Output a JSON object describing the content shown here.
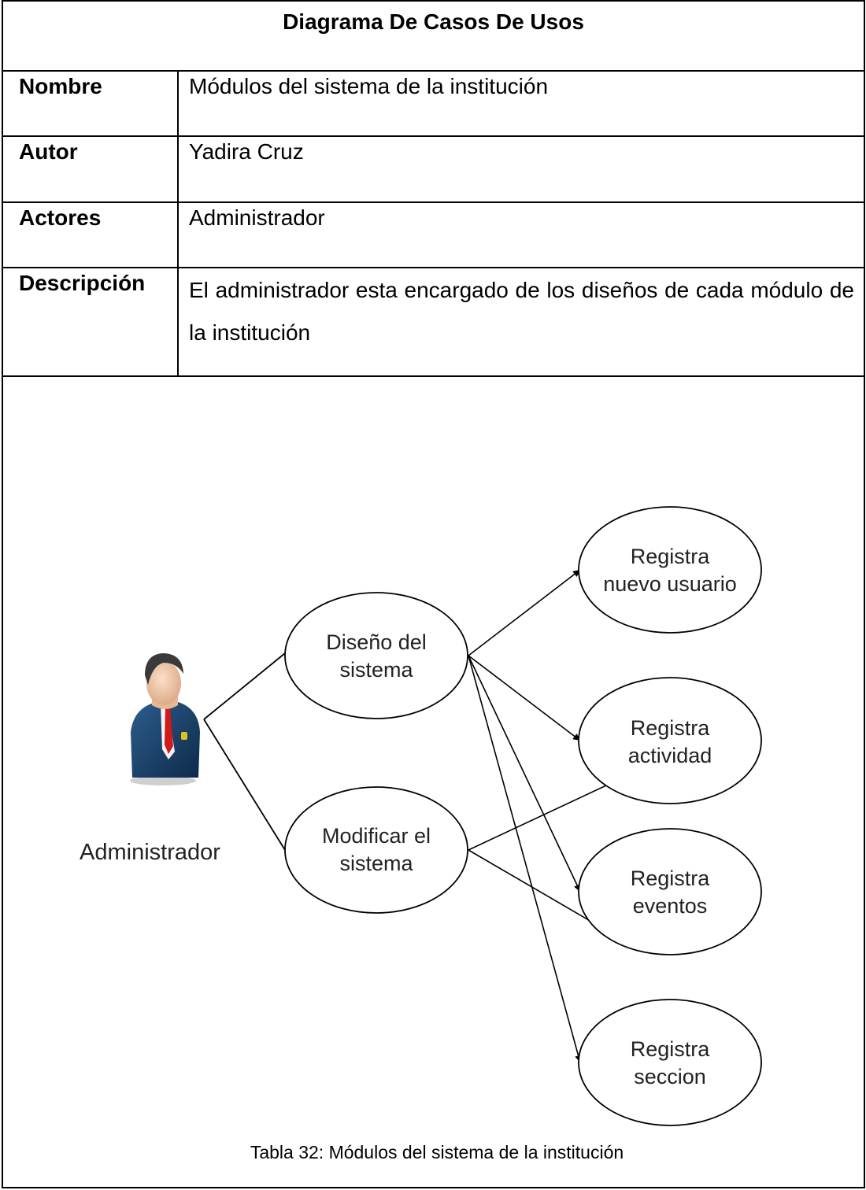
{
  "table": {
    "title": "Diagrama De Casos De Usos",
    "rows": [
      {
        "label": "Nombre",
        "value": "Módulos del sistema de la institución"
      },
      {
        "label": "Autor",
        "value": "Yadira Cruz"
      },
      {
        "label": "Actores",
        "value": "Administrador"
      },
      {
        "label": "Descripción",
        "value": "El administrador esta encargado de los diseños de cada módulo de la institución"
      }
    ]
  },
  "diagram": {
    "actor": {
      "name": "Administrador",
      "icon": "business-person-icon"
    },
    "use_cases": {
      "diseno": [
        "Diseño del",
        "sistema"
      ],
      "modificar": [
        "Modificar el",
        "sistema"
      ],
      "usuario": [
        "Registra",
        "nuevo usuario"
      ],
      "actividad": [
        "Registra",
        "actividad"
      ],
      "eventos": [
        "Registra",
        "eventos"
      ],
      "seccion": [
        "Registra",
        "seccion"
      ]
    }
  },
  "caption": "Tabla 32: Módulos del sistema de la institución"
}
